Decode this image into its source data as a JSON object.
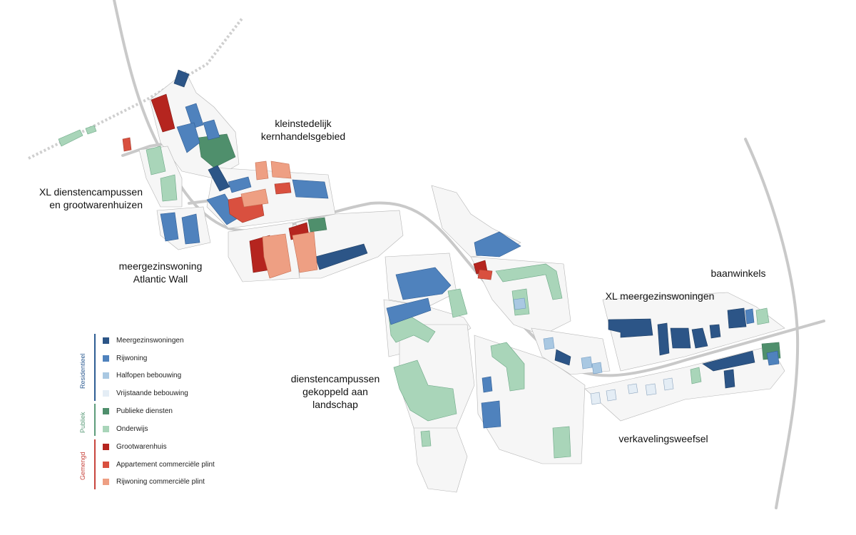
{
  "labels": {
    "kern": [
      "kleinstedelijk",
      "kernhandelsgebied"
    ],
    "xl_diensten": [
      "XL dienstencampussen",
      "en grootwarenhuizen"
    ],
    "meergezins_aw": [
      "meergezinswoning",
      "Atlantic Wall"
    ],
    "diensten_landschap": [
      "dienstencampussen",
      "gekoppeld aan landschap"
    ],
    "baanwinkels": "baanwinkels",
    "xl_meergezins": "XL meergezinswoningen",
    "verkaveling": "verkavelingsweefsel"
  },
  "legend": {
    "groups": [
      {
        "name": "Residentieel",
        "color": "#2e5d93",
        "items": [
          {
            "label": "Meergezinswoningen",
            "color": "#2c5587"
          },
          {
            "label": "Rijwoning",
            "color": "#4f82bd"
          },
          {
            "label": "Halfopen bebouwing",
            "color": "#a9c8e2"
          },
          {
            "label": "Vrijstaande bebouwing",
            "color": "#e4edf5"
          }
        ]
      },
      {
        "name": "Publiek",
        "color": "#5d9c7a",
        "items": [
          {
            "label": "Publieke diensten",
            "color": "#4f8f6c"
          },
          {
            "label": "Onderwijs",
            "color": "#a9d5b9"
          }
        ]
      },
      {
        "name": "Gemengd",
        "color": "#c8453d",
        "items": [
          {
            "label": "Grootwarenhuis",
            "color": "#b5251f"
          },
          {
            "label": "Appartement commerciële plint",
            "color": "#d9503f"
          },
          {
            "label": "Rijwoning commerciële plint",
            "color": "#ee9f83"
          }
        ]
      }
    ]
  },
  "colors": {
    "road": "#c9c9c9",
    "parcel_fill": "#f6f6f6",
    "parcel_stroke": "#b5b5b5",
    "rail": "#d0d0d0"
  }
}
